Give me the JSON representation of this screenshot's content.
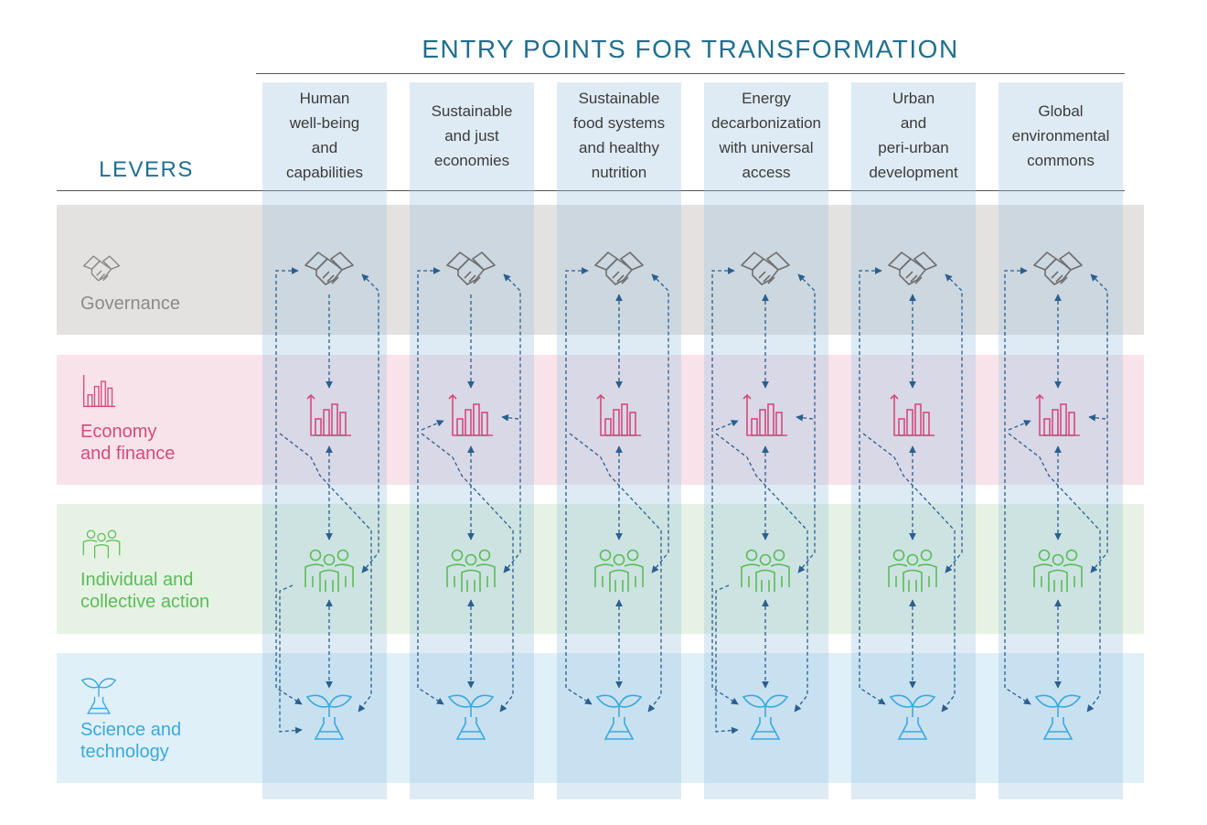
{
  "header": {
    "title": "ENTRY POINTS FOR TRANSFORMATION",
    "levers_label": "LEVERS"
  },
  "entry_points": [
    "Human\nwell-being\nand\ncapabilities",
    "Sustainable\nand just\neconomies",
    "Sustainable\nfood systems\nand healthy\nnutrition",
    "Energy\ndecarbonization\nwith universal\naccess",
    "Urban\nand\nperi-urban\ndevelopment",
    "Global\nenvironmental\ncommons"
  ],
  "levers": [
    {
      "label": "Governance",
      "icon": "handshake-icon",
      "color": "#8a8a8a"
    },
    {
      "label": "Economy\nand finance",
      "icon": "bar-chart-icon",
      "color": "#d64a7d"
    },
    {
      "label": "Individual and\ncollective action",
      "icon": "people-group-icon",
      "color": "#5bbb58"
    },
    {
      "label": "Science and\ntechnology",
      "icon": "plant-flask-icon",
      "color": "#3ca8dc"
    }
  ],
  "colors": {
    "accent": "#1f6f8f",
    "arrow": "#2a5f8f",
    "column": "#9cc2de"
  }
}
